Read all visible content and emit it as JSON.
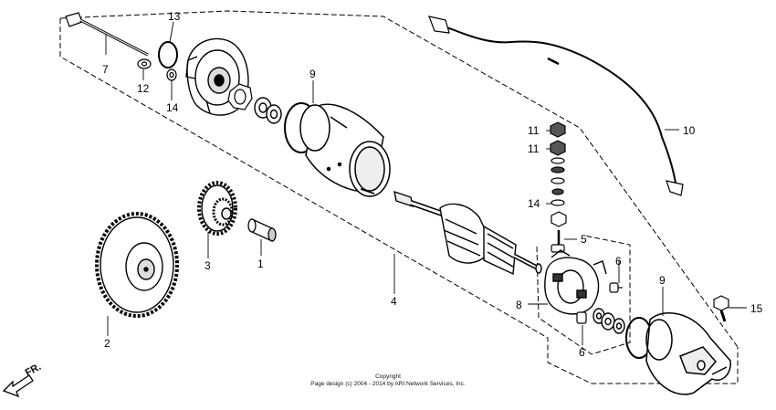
{
  "callouts": {
    "c1": "1",
    "c2": "2",
    "c3": "3",
    "c4": "4",
    "c5": "5",
    "c6a": "6",
    "c6b": "6",
    "c7": "7",
    "c8": "8",
    "c9a": "9",
    "c9b": "9",
    "c10": "10",
    "c11a": "11",
    "c11b": "11",
    "c12": "12",
    "c13": "13",
    "c14a": "14",
    "c14b": "14",
    "c15": "15"
  },
  "direction": {
    "label": "FR."
  },
  "copyright": {
    "line1": "Copyright",
    "line2": "Page design (c) 2004 - 2014 by ARI Network Services, Inc."
  }
}
